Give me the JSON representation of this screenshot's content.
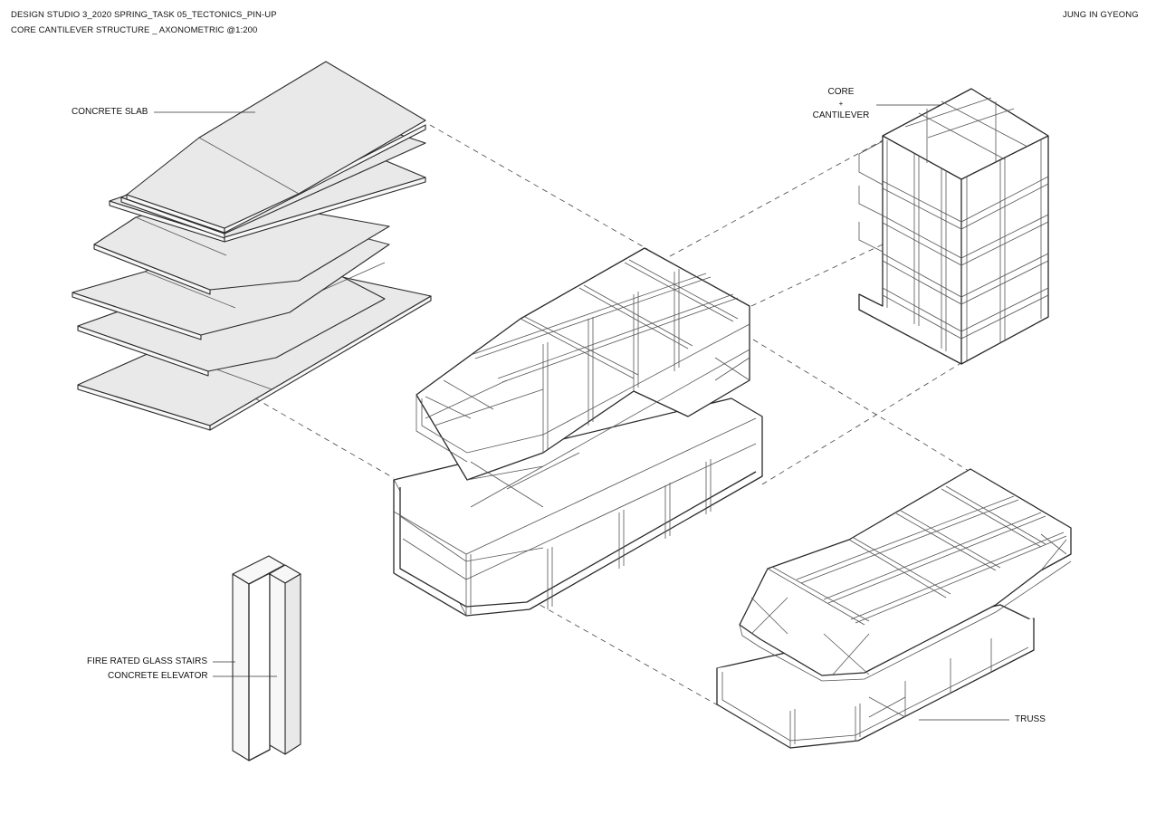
{
  "header": {
    "line1": "DESIGN STUDIO 3_2020 SPRING_TASK 05_TECTONICS_PIN-UP",
    "line2": "CORE CANTILEVER STRUCTURE _ AXONOMETRIC @1:200",
    "author": "JUNG IN GYEONG"
  },
  "labels": {
    "concrete_slab": "CONCRETE SLAB",
    "core_line1": "CORE",
    "core_line2": "+",
    "core_line3": "CANTILEVER",
    "fire_stairs": "FIRE RATED GLASS STAIRS",
    "elevator": "CONCRETE ELEVATOR",
    "truss": "TRUSS"
  }
}
